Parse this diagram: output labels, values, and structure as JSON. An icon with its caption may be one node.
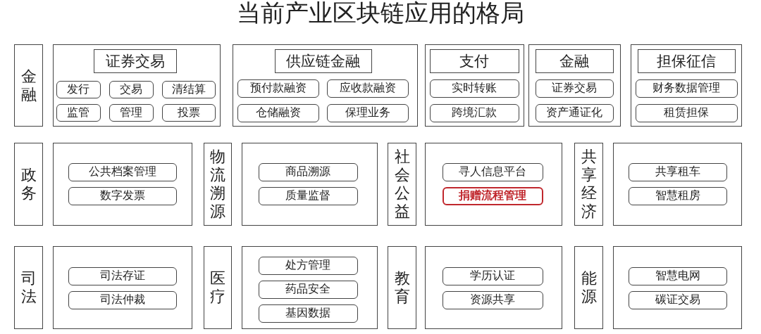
{
  "diagram": {
    "title": "当前产业区块链应用的格局",
    "nodes": [
      {
        "text": [
          "金融"
        ]
      },
      {
        "text": [],
        "shape": "box"
      },
      {
        "text": [
          "证券交易"
        ],
        "in": 1
      },
      {
        "text": [
          "发行"
        ],
        "in": 1
      },
      {
        "text": [
          "交易"
        ],
        "in": 1
      },
      {
        "text": [
          "清结算"
        ],
        "in": 1
      },
      {
        "text": [
          "监管"
        ],
        "in": 1
      },
      {
        "text": [
          "管理"
        ],
        "in": 1
      },
      {
        "text": [
          "投票"
        ],
        "in": 1
      },
      {
        "text": [],
        "shape": "box"
      },
      {
        "text": [
          "供应链金融"
        ],
        "in": 9
      },
      {
        "text": [
          "预付款融资"
        ],
        "in": 9
      },
      {
        "text": [
          "应收款融资"
        ],
        "in": 9
      },
      {
        "text": [
          "仓储融资"
        ],
        "in": 9
      },
      {
        "text": [
          "保理业务"
        ],
        "in": 9
      },
      {
        "text": [],
        "shape": "box"
      },
      {
        "text": [
          "支付"
        ],
        "in": 15
      },
      {
        "text": [
          "实时转账"
        ],
        "in": 15
      },
      {
        "text": [
          "跨境汇款"
        ],
        "in": 15
      },
      {
        "text": [],
        "shape": "box"
      },
      {
        "text": [
          "金融"
        ],
        "in": 19
      },
      {
        "text": [
          "证券交易"
        ],
        "in": 19
      },
      {
        "text": [
          "资产通证化"
        ],
        "in": 19
      },
      {
        "text": [],
        "shape": "box"
      },
      {
        "text": [
          "担保征信"
        ],
        "in": 23
      },
      {
        "text": [
          "财务数据管理"
        ],
        "in": 23
      },
      {
        "text": [
          "租赁担保"
        ],
        "in": 23
      },
      {
        "text": [
          "政务"
        ]
      },
      {
        "text": [],
        "shape": "box"
      },
      {
        "text": [
          "公共档案管理"
        ],
        "in": 28
      },
      {
        "text": [
          "数字发票"
        ],
        "in": 28
      },
      {
        "text": [
          "物流溯源"
        ]
      },
      {
        "text": [],
        "shape": "box"
      },
      {
        "text": [
          "商品溯源"
        ],
        "in": 32
      },
      {
        "text": [
          "质量监督"
        ],
        "in": 32
      },
      {
        "text": [
          "社会公益"
        ]
      },
      {
        "text": [],
        "shape": "box"
      },
      {
        "text": [
          "寻人信息平台"
        ],
        "in": 36
      },
      {
        "text": [
          "捐赠流程管理"
        ],
        "in": 36
      },
      {
        "text": [
          "共享经济"
        ]
      },
      {
        "text": [],
        "shape": "box"
      },
      {
        "text": [
          "共享租车"
        ],
        "in": 40
      },
      {
        "text": [
          "智慧租房"
        ],
        "in": 40
      },
      {
        "text": [
          "司法"
        ]
      },
      {
        "text": [],
        "shape": "box"
      },
      {
        "text": [
          "司法存证"
        ],
        "in": 44
      },
      {
        "text": [
          "司法仲裁"
        ],
        "in": 44
      },
      {
        "text": [
          "医疗"
        ]
      },
      {
        "text": [],
        "shape": "box"
      },
      {
        "text": [
          "处方管理"
        ],
        "in": 48
      },
      {
        "text": [
          "药品安全"
        ],
        "in": 48
      },
      {
        "text": [
          "基因数据"
        ],
        "in": 48
      },
      {
        "text": [
          "教育"
        ]
      },
      {
        "text": [],
        "shape": "box"
      },
      {
        "text": [
          "学历认证"
        ],
        "in": 53
      },
      {
        "text": [
          "资源共享"
        ],
        "in": 53
      },
      {
        "text": [
          "能源"
        ]
      },
      {
        "text": [],
        "shape": "box"
      },
      {
        "text": [
          "智慧电网"
        ],
        "in": 57
      },
      {
        "text": [
          "碳证交易"
        ],
        "in": 57
      }
    ]
  }
}
